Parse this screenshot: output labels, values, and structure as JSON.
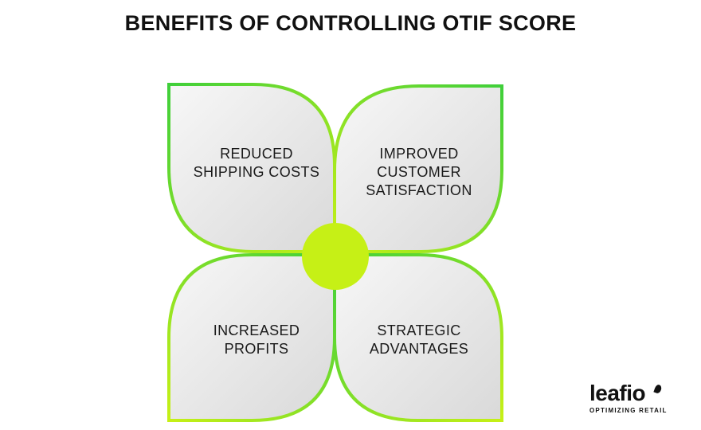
{
  "title": "BENEFITS OF CONTROLLING OTIF SCORE",
  "petals": [
    {
      "id": "top-left",
      "label": "REDUCED SHIPPING COSTS",
      "lines": [
        "REDUCED",
        "SHIPPING COSTS"
      ]
    },
    {
      "id": "top-right",
      "label": "IMPROVED CUSTOMER SATISFACTION",
      "lines": [
        "IMPROVED",
        "CUSTOMER",
        "SATISFACTION"
      ]
    },
    {
      "id": "bottom-left",
      "label": "INCREASED PROFITS",
      "lines": [
        "INCREASED",
        "PROFITS"
      ]
    },
    {
      "id": "bottom-right",
      "label": "STRATEGIC ADVANTAGES",
      "lines": [
        "STRATEGIC",
        "ADVANTAGES"
      ]
    }
  ],
  "colors": {
    "accent_lime": "#c6f016",
    "accent_green": "#3fcf3a",
    "petal_fill_light": "#f7f7f7",
    "petal_fill_dark": "#d9d9d9",
    "text": "#111111"
  },
  "logo": {
    "word": "leafio",
    "tagline": "OPTIMIZING RETAIL"
  }
}
